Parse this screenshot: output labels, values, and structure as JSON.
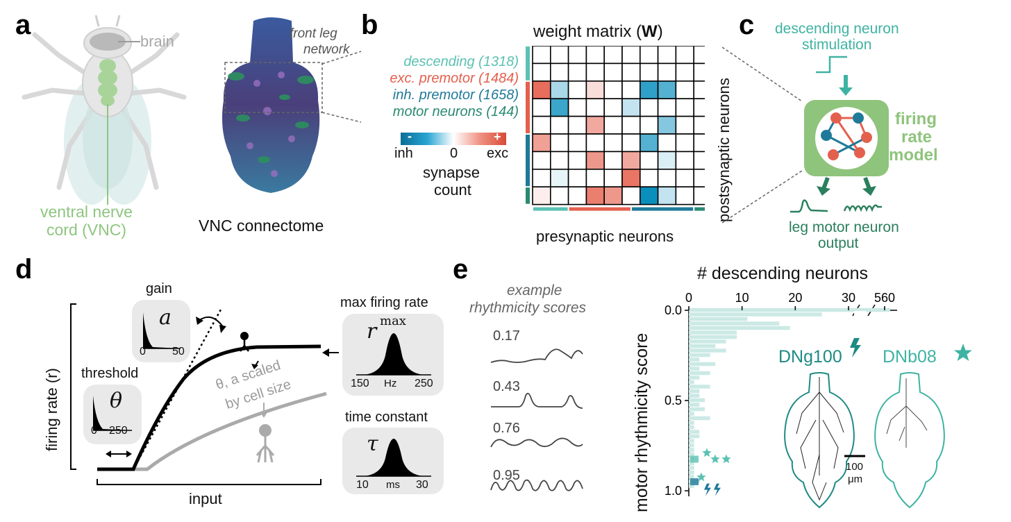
{
  "colors": {
    "descending": "#5cc1b3",
    "exc_premotor": "#e4604e",
    "inh_premotor": "#1f7a99",
    "motor": "#2a8a70",
    "firing_model": "#8fc47c",
    "vnc_green": "#8ec580",
    "neg": "#0a8fbd",
    "pos": "#e3533f"
  },
  "panels": {
    "a": {
      "letter": "a",
      "brain_label": "brain",
      "vnc_label_line1": "ventral nerve",
      "vnc_label_line2": "cord (VNC)",
      "network_line1": "front leg",
      "network_line2": "network",
      "connectome_label": "VNC connectome"
    },
    "b": {
      "letter": "b",
      "matrix_title_pre": "weight matrix (",
      "matrix_title_bold": "W",
      "matrix_title_post": ")",
      "legend": [
        {
          "label": "descending (1318)",
          "color": "#5cc1b3"
        },
        {
          "label": "exc. premotor (1484)",
          "color": "#e4604e"
        },
        {
          "label": "inh. premotor (1658)",
          "color": "#1f7a99"
        },
        {
          "label": "motor neurons (144)",
          "color": "#2a8a70"
        }
      ],
      "colorbar": {
        "minus": "-",
        "plus": "+",
        "left": "inh",
        "mid": "0",
        "right": "exc",
        "label_line1": "synapse",
        "label_line2": "count"
      },
      "ylabel": "postsynaptic neurons",
      "xlabel": "presynaptic neurons",
      "matrix": [
        [
          0,
          0,
          0,
          0,
          0,
          0,
          0,
          0,
          0,
          0
        ],
        [
          0,
          0,
          0,
          0,
          0,
          0,
          0,
          0,
          0,
          0
        ],
        [
          0.85,
          -0.35,
          0,
          0.2,
          0,
          0,
          -0.85,
          -0.7,
          0,
          0
        ],
        [
          0,
          -0.8,
          0,
          0,
          0,
          -0.25,
          0,
          0,
          0,
          0
        ],
        [
          0,
          0,
          0,
          0.5,
          0,
          0,
          0,
          -0.5,
          0,
          0
        ],
        [
          0.55,
          0,
          0,
          0,
          0,
          0,
          -0.7,
          0,
          0,
          0
        ],
        [
          0,
          0,
          0,
          0.6,
          0,
          0.5,
          0,
          -0.15,
          0,
          0
        ],
        [
          0,
          -0.1,
          0,
          0,
          0,
          0.8,
          0,
          0,
          0,
          0
        ],
        [
          0.1,
          0,
          0,
          0.75,
          0.6,
          0,
          -1,
          -0.25,
          0,
          0
        ]
      ]
    },
    "c": {
      "letter": "c",
      "stim_line1": "descending neuron",
      "stim_line2": "stimulation",
      "model_line1": "firing",
      "model_line2": "rate",
      "model_line3": "model",
      "out_line1": "leg motor neuron",
      "out_line2": "output"
    },
    "d": {
      "letter": "d",
      "gain": {
        "title": "gain",
        "symbol": "a",
        "tick_min": "0",
        "tick_max": "50"
      },
      "threshold": {
        "title": "threshold",
        "symbol": "θ",
        "tick_min": "0",
        "tick_max": "250"
      },
      "max_rate": {
        "title": "max firing rate",
        "symbol": "r",
        "sup": "max",
        "tick_min": "150",
        "tick_mid": "Hz",
        "tick_max": "250"
      },
      "time_constant": {
        "title": "time constant",
        "symbol": "τ",
        "tick_min": "10",
        "tick_mid": "ms",
        "tick_max": "30"
      },
      "ylabel": "firing rate (r)",
      "xlabel": "input",
      "scaled_line1": "θ, a scaled",
      "scaled_line2": "by cell size"
    },
    "e": {
      "letter": "e",
      "examples_title_line1": "example",
      "examples_title_line2": "rhythmicity scores",
      "examples": [
        "0.17",
        "0.43",
        "0.76",
        "0.95"
      ],
      "hist_xlabel": "# descending neurons",
      "hist_ylabel": "motor rhythmicity score",
      "x_ticks": [
        "0",
        "10",
        "20",
        "30",
        "560"
      ],
      "y_ticks": [
        "0.0",
        "0.5",
        "1.0"
      ],
      "neuron1": "DNg100",
      "neuron2": "DNb08",
      "scalebar_line1": "100",
      "scalebar_line2": "μm"
    }
  },
  "chart_data": {
    "type": "bar",
    "orientation": "horizontal",
    "title": "",
    "xlabel": "# descending neurons",
    "ylabel": "motor rhythmicity score",
    "ylim": [
      0,
      1.0
    ],
    "x_ticks": [
      "0",
      "10",
      "20",
      "30",
      "560"
    ],
    "bin_centers": [
      0.0,
      0.025,
      0.05,
      0.075,
      0.1,
      0.125,
      0.15,
      0.175,
      0.2,
      0.225,
      0.25,
      0.275,
      0.3,
      0.325,
      0.35,
      0.375,
      0.4,
      0.425,
      0.45,
      0.475,
      0.5,
      0.525,
      0.55,
      0.575,
      0.6,
      0.625,
      0.65,
      0.675,
      0.7,
      0.725,
      0.75,
      0.775,
      0.8,
      0.825,
      0.85,
      0.875,
      0.9,
      0.925,
      0.95,
      0.975
    ],
    "values": [
      560,
      25,
      11,
      17,
      19,
      9,
      9,
      7,
      5,
      7,
      4,
      2,
      5,
      2,
      4,
      2,
      1,
      4,
      2,
      2,
      3,
      2,
      3,
      1,
      4,
      1,
      1,
      2,
      2,
      1,
      1,
      1,
      1,
      1,
      1,
      1,
      1,
      1,
      2,
      1
    ]
  }
}
